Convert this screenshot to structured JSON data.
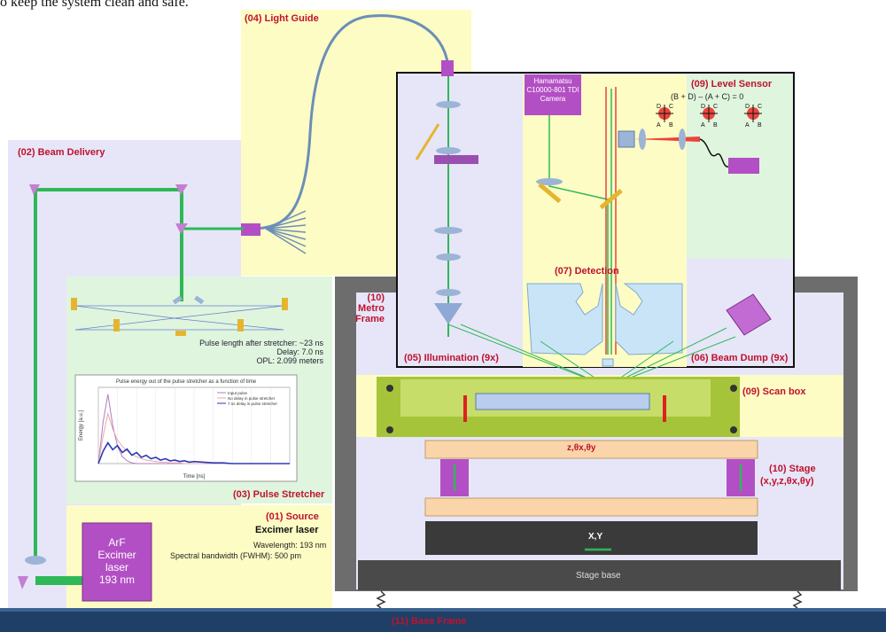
{
  "caption_text": "o keep the system clean and safe.",
  "labels": {
    "light_guide": "(04) Light Guide",
    "beam_delivery": "(02) Beam Delivery",
    "level_sensor": "(09) Level Sensor",
    "level_eq": "(B + D) – (A + C) = 0",
    "camera": "Hamamatsu C10000-801 TDI Camera",
    "detection": "(07) Detection",
    "metro_frame": "(10) Metro Frame",
    "illumination": "(05) Illumination  (9x)",
    "beam_dump": "(06) Beam Dump (9x)",
    "scan_box": "(09) Scan box",
    "stage": "(10) Stage",
    "stage_axes": "(x,y,z,θx,θy)",
    "z_axes": "z,θx,θy",
    "xy": "X,Y",
    "stage_base": "Stage base",
    "base_frame": "(11) Base Frame",
    "pulse_stretcher": "(03) Pulse Stretcher",
    "pulse_info": [
      "Pulse length after stretcher: ~23 ns",
      "Delay: 7.0 ns",
      "OPL: 2.099 meters"
    ],
    "source": "(01) Source",
    "excimer": "Excimer laser",
    "wavelength": "Wavelength: 193 nm",
    "bandwidth": "Spectral bandwidth (FWHM): 500 pm",
    "laser_box": [
      "ArF",
      "Excimer",
      "laser",
      "193 nm"
    ]
  },
  "quadrant_letters": [
    "D",
    "C",
    "A",
    "B"
  ],
  "colors": {
    "yellow_bg": "#fdfcc4",
    "lavender_bg": "#e6e6f8",
    "green_bg": "#dff5de",
    "beam_green": "#2fb857",
    "beam_red": "#e8453c",
    "label_red": "#c0122e",
    "base_frame": "#1f3f66",
    "metro_gray": "#6d6d6d",
    "stage_dark": "#3a3a3a",
    "peach": "#fbd5aa",
    "olive_green": "#a6c43a",
    "violet": "#b34fc4"
  },
  "inset_chart": {
    "chart_data": {
      "type": "line",
      "title": "Pulse energy out of the pulse stretcher as a function of time",
      "xlabel": "Time [ns]",
      "ylabel": "Energy [a.u.]",
      "legend": [
        "Input pulse",
        "No delay in pulse stretcher",
        "7 ns delay in pulse stretcher"
      ],
      "legend_position": "top-right",
      "x": [
        0,
        5,
        10,
        15,
        20,
        25,
        30,
        35,
        40,
        45,
        50,
        55,
        60,
        65,
        70,
        75,
        80,
        85,
        90,
        95,
        100,
        110,
        120,
        130,
        140,
        150,
        160,
        170,
        180,
        190,
        200
      ],
      "series": [
        {
          "name": "Input pulse",
          "values": [
            0,
            0.6,
            1.0,
            0.55,
            0.25,
            0.1,
            0.04,
            0.01,
            0,
            0,
            0,
            0,
            0,
            0,
            0,
            0,
            0,
            0,
            0,
            0,
            0,
            0,
            0,
            0,
            0,
            0,
            0,
            0,
            0,
            0,
            0
          ]
        },
        {
          "name": "No delay in pulse stretcher",
          "values": [
            0,
            0.4,
            0.72,
            0.5,
            0.34,
            0.25,
            0.18,
            0.13,
            0.1,
            0.07,
            0.05,
            0.04,
            0.03,
            0.02,
            0.02,
            0.01,
            0.01,
            0.01,
            0,
            0,
            0,
            0,
            0,
            0,
            0,
            0,
            0,
            0,
            0,
            0,
            0
          ]
        },
        {
          "name": "7 ns delay in pulse stretcher",
          "values": [
            0,
            0.18,
            0.3,
            0.2,
            0.26,
            0.16,
            0.21,
            0.12,
            0.16,
            0.09,
            0.12,
            0.07,
            0.09,
            0.05,
            0.07,
            0.04,
            0.05,
            0.03,
            0.04,
            0.02,
            0.03,
            0.02,
            0.01,
            0.01,
            0,
            0,
            0,
            0,
            0,
            0,
            0
          ]
        }
      ],
      "series_colors": [
        "#b07cc0",
        "#e9a7a7",
        "#2a3ab5"
      ],
      "xlim": [
        0,
        200
      ],
      "ylim": [
        0,
        1.1
      ]
    }
  }
}
